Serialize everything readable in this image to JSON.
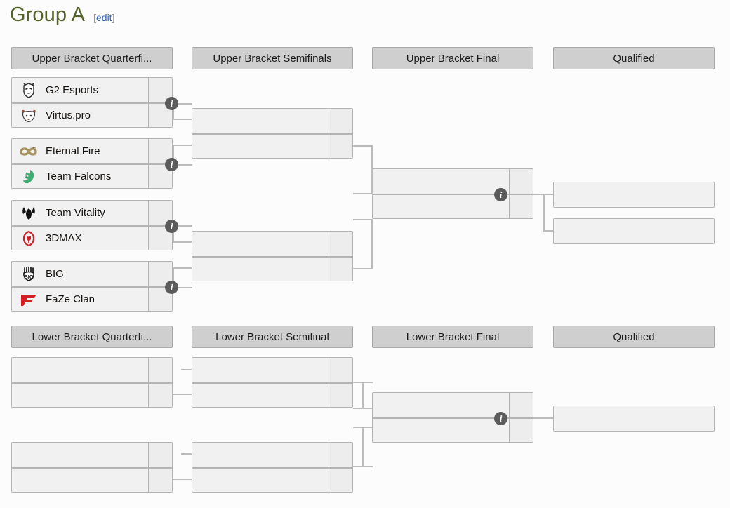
{
  "page": {
    "title": "Group A",
    "edit_label": "[edit]",
    "edit_text": "edit",
    "bracket_open": "[",
    "bracket_close": "]"
  },
  "colors": {
    "title": "#54622c",
    "link": "#3366bb",
    "header_bg": "#cfcfcf",
    "header_border": "#a9a9a9",
    "match_bg": "#f1f1f1",
    "match_border": "#b4b4b4",
    "score_bg": "#ededed",
    "line": "#bcbcbc",
    "info_badge": "#5b5b5b",
    "page_bg": "#fcfcfd"
  },
  "upper_bracket": {
    "headers": [
      {
        "label": "Upper Bracket Quarterfi..."
      },
      {
        "label": "Upper Bracket Semifinals"
      },
      {
        "label": "Upper Bracket Final"
      },
      {
        "label": "Qualified"
      }
    ],
    "quarterfinals": [
      {
        "info_icon": "info-icon",
        "opponents": [
          {
            "team": "G2 Esports",
            "logo": "g2-esports-logo",
            "score": ""
          },
          {
            "team": "Virtus.pro",
            "logo": "virtus-pro-logo",
            "score": ""
          }
        ]
      },
      {
        "info_icon": "info-icon",
        "opponents": [
          {
            "team": "Eternal Fire",
            "logo": "eternal-fire-logo",
            "score": ""
          },
          {
            "team": "Team Falcons",
            "logo": "team-falcons-logo",
            "score": ""
          }
        ]
      },
      {
        "info_icon": "info-icon",
        "opponents": [
          {
            "team": "Team Vitality",
            "logo": "team-vitality-logo",
            "score": ""
          },
          {
            "team": "3DMAX",
            "logo": "3dmax-logo",
            "score": ""
          }
        ]
      },
      {
        "info_icon": "info-icon",
        "opponents": [
          {
            "team": "BIG",
            "logo": "big-logo",
            "score": ""
          },
          {
            "team": "FaZe Clan",
            "logo": "faze-clan-logo",
            "score": ""
          }
        ]
      }
    ],
    "semifinals": [
      {
        "opponents": [
          {
            "team": "",
            "score": ""
          },
          {
            "team": "",
            "score": ""
          }
        ]
      },
      {
        "opponents": [
          {
            "team": "",
            "score": ""
          },
          {
            "team": "",
            "score": ""
          }
        ]
      }
    ],
    "final": {
      "info_icon": "info-icon",
      "opponents": [
        {
          "team": "",
          "score": ""
        },
        {
          "team": "",
          "score": ""
        }
      ]
    },
    "qualified": [
      {
        "team": ""
      },
      {
        "team": ""
      }
    ]
  },
  "lower_bracket": {
    "headers": [
      {
        "label": "Lower Bracket Quarterfi..."
      },
      {
        "label": "Lower Bracket Semifinal"
      },
      {
        "label": "Lower Bracket Final"
      },
      {
        "label": "Qualified"
      }
    ],
    "quarterfinals": [
      {
        "opponents": [
          {
            "team": "",
            "score": ""
          },
          {
            "team": "",
            "score": ""
          }
        ]
      },
      {
        "opponents": [
          {
            "team": "",
            "score": ""
          },
          {
            "team": "",
            "score": ""
          }
        ]
      }
    ],
    "semifinals": [
      {
        "opponents": [
          {
            "team": "",
            "score": ""
          },
          {
            "team": "",
            "score": ""
          }
        ]
      },
      {
        "opponents": [
          {
            "team": "",
            "score": ""
          },
          {
            "team": "",
            "score": ""
          }
        ]
      }
    ],
    "final": {
      "info_icon": "info-icon",
      "opponents": [
        {
          "team": "",
          "score": ""
        },
        {
          "team": "",
          "score": ""
        }
      ]
    },
    "qualified": [
      {
        "team": ""
      }
    ]
  }
}
